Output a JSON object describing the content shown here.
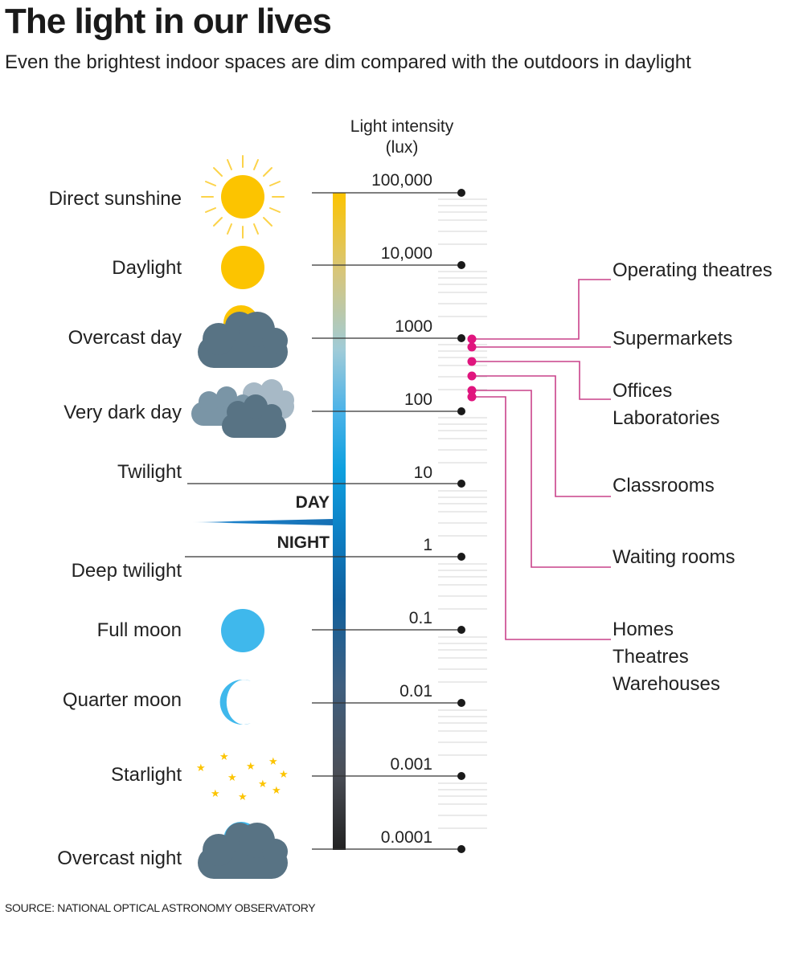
{
  "header": {
    "title": "The light in our lives",
    "subtitle": "Even the brightest indoor spaces are dim compared with the outdoors in daylight"
  },
  "axis": {
    "title_line1": "Light intensity",
    "title_line2": "(lux)"
  },
  "ticks": [
    "100,000",
    "10,000",
    "1000",
    "100",
    "10",
    "1",
    "0.1",
    "0.01",
    "0.001",
    "0.0001"
  ],
  "conditions": [
    {
      "label": "Direct sunshine",
      "icon": "sun-with-rays-icon"
    },
    {
      "label": "Daylight",
      "icon": "sun-icon"
    },
    {
      "label": "Overcast day",
      "icon": "sun-behind-cloud-icon"
    },
    {
      "label": "Very dark day",
      "icon": "dark-clouds-icon"
    },
    {
      "label": "Twilight",
      "icon": ""
    },
    {
      "label": "Deep twilight",
      "icon": ""
    },
    {
      "label": "Full moon",
      "icon": "full-moon-icon"
    },
    {
      "label": "Quarter moon",
      "icon": "crescent-moon-icon"
    },
    {
      "label": "Starlight",
      "icon": "stars-icon"
    },
    {
      "label": "Overcast night",
      "icon": "moon-behind-cloud-icon"
    }
  ],
  "divider": {
    "day": "DAY",
    "night": "NIGHT"
  },
  "venues": [
    {
      "label": "Operating theatres"
    },
    {
      "label": "Supermarkets"
    },
    {
      "label": "Offices",
      "label2": "Laboratories"
    },
    {
      "label": "Classrooms"
    },
    {
      "label": "Waiting rooms"
    },
    {
      "label": "Homes",
      "label2": "Theatres",
      "label3": "Warehouses"
    }
  ],
  "source": "SOURCE: NATIONAL OPTICAL ASTRONOMY OBSERVATORY",
  "colors": {
    "sun": "#fcc400",
    "cloud_dark": "#587384",
    "cloud_light": "#a7b9c6",
    "moon": "#3fb8ec",
    "venue_dot": "#e0157e",
    "venue_line": "#c9428a",
    "tick_dot": "#1a1a1a"
  },
  "chart_data": {
    "type": "scatter",
    "title": "The light in our lives",
    "subtitle": "Even the brightest indoor spaces are dim compared with the outdoors in daylight",
    "ylabel": "Light intensity (lux)",
    "scale": "log10",
    "ylim": [
      0.0001,
      100000
    ],
    "outdoor_conditions": [
      {
        "label": "Direct sunshine",
        "lux": 100000
      },
      {
        "label": "Daylight",
        "lux": 10000
      },
      {
        "label": "Overcast day",
        "lux": 1000
      },
      {
        "label": "Very dark day",
        "lux": 100
      },
      {
        "label": "Twilight",
        "lux": 10
      },
      {
        "label": "Deep twilight",
        "lux": 1
      },
      {
        "label": "Full moon",
        "lux": 0.1
      },
      {
        "label": "Quarter moon",
        "lux": 0.01
      },
      {
        "label": "Starlight",
        "lux": 0.001
      },
      {
        "label": "Overcast night",
        "lux": 0.0001
      }
    ],
    "indoor_spaces": [
      {
        "label": "Operating theatres",
        "lux_approx": 1000
      },
      {
        "label": "Supermarkets",
        "lux_approx": 750
      },
      {
        "label": "Offices, Laboratories",
        "lux_approx": 500
      },
      {
        "label": "Classrooms",
        "lux_approx": 300
      },
      {
        "label": "Waiting rooms",
        "lux_approx": 200
      },
      {
        "label": "Homes, Theatres, Warehouses",
        "lux_approx": 150
      }
    ],
    "annotations": [
      "DAY",
      "NIGHT"
    ],
    "source": "SOURCE: NATIONAL OPTICAL ASTRONOMY OBSERVATORY"
  }
}
